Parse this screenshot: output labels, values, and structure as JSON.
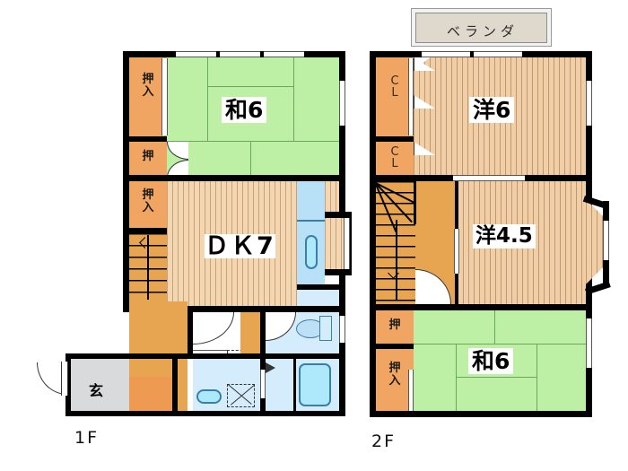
{
  "document": {
    "type": "floor-plan",
    "title": "間取り図",
    "floors": [
      "1F",
      "2F"
    ]
  },
  "palette": {
    "wall": "#000000",
    "tatami_green": "#bdf0a5",
    "closet_orange": "#f0a563",
    "hall_orange": "#e8a551",
    "wood_beige": "#f3d7b3",
    "water_blue": "#d4ecfb",
    "tub_cyan": "#aee8fb",
    "genkan_grey": "#d9dadb",
    "veranda_grey": "#ded8cd",
    "background": "#ffffff"
  },
  "floor1": {
    "label": "1F",
    "rooms": [
      {
        "key": "washitsu6",
        "name": "和6",
        "type": "japanese-room",
        "size_jo": 6,
        "fill": "tatami"
      },
      {
        "key": "dk7",
        "name": "ＤＫ7",
        "type": "dining-kitchen",
        "size_jo": 7,
        "fill": "wood"
      },
      {
        "key": "genkan",
        "name": "玄",
        "type": "entrance",
        "fill": "genkan"
      }
    ],
    "closets": [
      {
        "key": "oshiire-1",
        "name": "押入",
        "text": "押\n入",
        "type": "closet"
      },
      {
        "key": "oshiire-2",
        "name": "押",
        "text": "押",
        "type": "closet"
      },
      {
        "key": "oshiire-3",
        "name": "押入",
        "text": "押\n入",
        "type": "closet"
      }
    ],
    "features": [
      {
        "key": "stairs",
        "name": "階段",
        "type": "staircase"
      },
      {
        "key": "hallway",
        "name": "廊下",
        "type": "corridor"
      },
      {
        "key": "kitchen-sink",
        "name": "流し台",
        "type": "sink"
      },
      {
        "key": "toilet",
        "name": "トイレ",
        "type": "toilet"
      },
      {
        "key": "bath",
        "name": "浴室",
        "type": "bathtub"
      },
      {
        "key": "washroom",
        "name": "洗面脱衣室",
        "type": "washroom"
      }
    ]
  },
  "floor2": {
    "label": "2F",
    "rooms": [
      {
        "key": "yoshitsu6",
        "name": "洋6",
        "type": "western-room",
        "size_jo": 6,
        "fill": "wood"
      },
      {
        "key": "yoshitsu45",
        "name": "洋4.5",
        "type": "western-room",
        "size_jo": 4.5,
        "fill": "wood"
      },
      {
        "key": "washitsu6",
        "name": "和6",
        "type": "japanese-room",
        "size_jo": 6,
        "fill": "tatami"
      }
    ],
    "closets": [
      {
        "key": "cl-1",
        "name": "CL",
        "text": "C\nL",
        "type": "closet"
      },
      {
        "key": "cl-2",
        "name": "CL",
        "text": "C\nL",
        "type": "closet"
      },
      {
        "key": "oshiire-1",
        "name": "押",
        "text": "押",
        "type": "closet"
      },
      {
        "key": "oshiire-2",
        "name": "押入",
        "text": "押\n入",
        "type": "closet"
      }
    ],
    "features": [
      {
        "key": "veranda",
        "name": "ベランダ",
        "label": "ベランダ",
        "type": "balcony"
      },
      {
        "key": "stairs",
        "name": "階段",
        "type": "staircase"
      },
      {
        "key": "hallway",
        "name": "廊下",
        "type": "corridor"
      },
      {
        "key": "bay-window",
        "name": "出窓",
        "type": "bay-window"
      }
    ]
  },
  "labels": {
    "f1_washitsu": "和6",
    "f1_dk": "ＤＫ7",
    "f1_genkan": "玄",
    "f1_oshiire_a": "押\n入",
    "f1_oshiire_b": "押",
    "f1_oshiire_c": "押\n入",
    "f1_floor": "1F",
    "f2_yoshitsu6": "洋6",
    "f2_yoshitsu45": "洋4.5",
    "f2_washitsu6": "和6",
    "f2_cl_a": "C\nL",
    "f2_cl_b": "C\nL",
    "f2_oshiire_a": "押",
    "f2_oshiire_b": "押\n入",
    "f2_veranda": "ベランダ",
    "f2_floor": "2F"
  }
}
